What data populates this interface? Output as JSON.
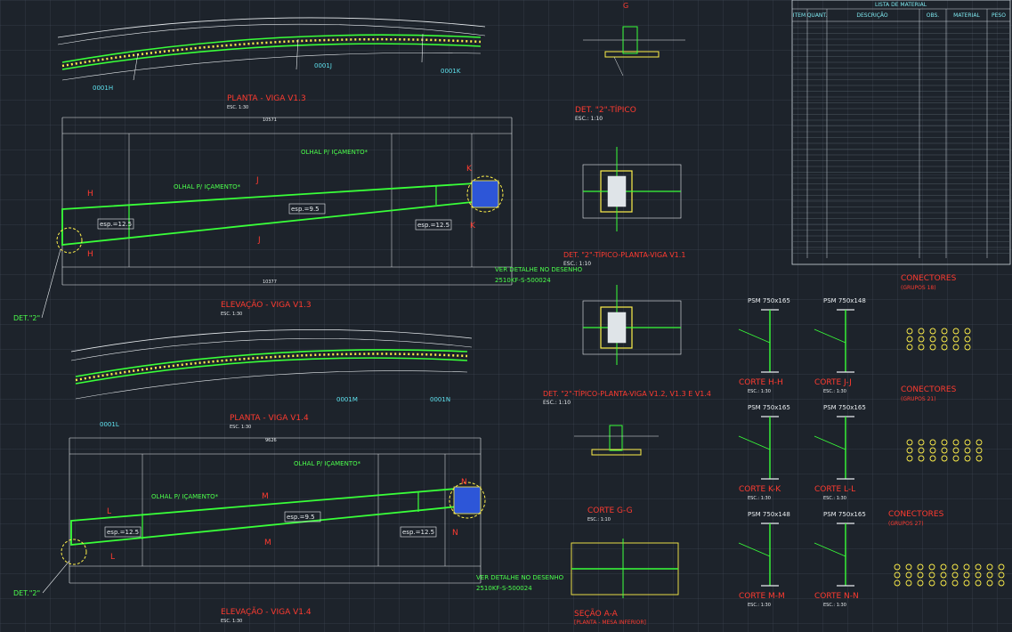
{
  "colors": {
    "background": "#1d232b",
    "beam": "#39ff39",
    "dim": "#e8ecef",
    "title": "#ff3b30",
    "cyan": "#5fe3f0",
    "yellow": "#fff04a",
    "blue": "#2d56d8"
  },
  "material_list": {
    "title": "LISTA DE MATERIAL",
    "headers": [
      "ITEM",
      "QUANT.",
      "DESCRIÇÃO",
      "OBS.",
      "MATERIAL",
      "PESO"
    ]
  },
  "views": {
    "planta_v13": {
      "title": "PLANTA - VIGA V1.3",
      "scale": "ESC. 1:30",
      "marks": [
        "0001H",
        "0001J",
        "0001K"
      ]
    },
    "elev_v13": {
      "title": "ELEVAÇÃO - VIGA V1.3",
      "scale": "ESC. 1:30",
      "olhal_left": "OLHAL P/ IÇAMENTO*",
      "olhal_right": "OLHAL P/ IÇAMENTO*",
      "esp_a": "esp.=12.5",
      "esp_b": "esp.=9.5",
      "esp_c": "esp.=12.5",
      "ver_detalhe": "VER DETALHE NO DESENHO",
      "drawing_ref": "2510KF-S-500024",
      "det": "DET.\"2\"",
      "dim_total": "10571",
      "dim_bottom": "10377"
    },
    "det2_tipico": {
      "title": "DET. \"2\"-TÍPICO",
      "scale": "ESC.: 1:10"
    },
    "det2_planta_v11": {
      "title": "DET. \"2\"-TÍPICO-PLANTA-VIGA V1.1",
      "scale": "ESC.: 1:10"
    },
    "det2_planta_v12": {
      "title": "DET. \"2\"-TÍPICO-PLANTA-VIGA V1.2, V1.3 E V1.4",
      "scale": "ESC.: 1:10"
    },
    "planta_v14": {
      "title": "PLANTA - VIGA V1.4",
      "scale": "ESC. 1:30",
      "marks": [
        "0001L",
        "0001M",
        "0001N"
      ]
    },
    "elev_v14": {
      "title": "ELEVAÇÃO - VIGA V1.4",
      "scale": "ESC. 1:30",
      "olhal_left": "OLHAL P/ IÇAMENTO*",
      "olhal_right": "OLHAL P/ IÇAMENTO*",
      "esp_a": "esp.=12.5",
      "esp_b": "esp.=9.5",
      "esp_c": "esp.=12.5",
      "ver_detalhe": "VER DETALHE NO DESENHO",
      "drawing_ref": "2510KF-S-500024",
      "det": "DET.\"2\"",
      "dim_total": "9626"
    },
    "corte_g": {
      "title": "CORTE G-G",
      "scale": "ESC.: 1:10"
    },
    "secao_a": {
      "title": "SEÇÃO A-A",
      "subtitle": "[PLANTA - MESA INFERIOR]"
    },
    "corte_h": {
      "title": "CORTE H-H",
      "scale": "ESC.: 1:30",
      "section": "PSM 750x165"
    },
    "corte_j": {
      "title": "CORTE J-J",
      "scale": "ESC.: 1:30",
      "section": "PSM 750x148"
    },
    "corte_k": {
      "title": "CORTE K-K",
      "scale": "ESC.: 1:30",
      "section": "PSM 750x165"
    },
    "corte_l": {
      "title": "CORTE L-L",
      "scale": "ESC.: 1:30",
      "section": "PSM 750x165"
    },
    "corte_m": {
      "title": "CORTE M-M",
      "scale": "ESC.: 1:30",
      "section": "PSM 750x148"
    },
    "corte_n": {
      "title": "CORTE N-N",
      "scale": "ESC.: 1:30",
      "section": "PSM 750x165"
    },
    "conectores_1": {
      "title": "CONECTORES",
      "sub": "(GRUPOS 18)"
    },
    "conectores_2": {
      "title": "CONECTORES",
      "sub": "(GRUPOS 21)"
    },
    "conectores_3": {
      "title": "CONECTORES",
      "sub": "(GRUPOS 27)"
    }
  },
  "section_marks": [
    "H",
    "H",
    "J",
    "J",
    "K",
    "K",
    "L",
    "L",
    "M",
    "M",
    "N",
    "N",
    "G"
  ]
}
